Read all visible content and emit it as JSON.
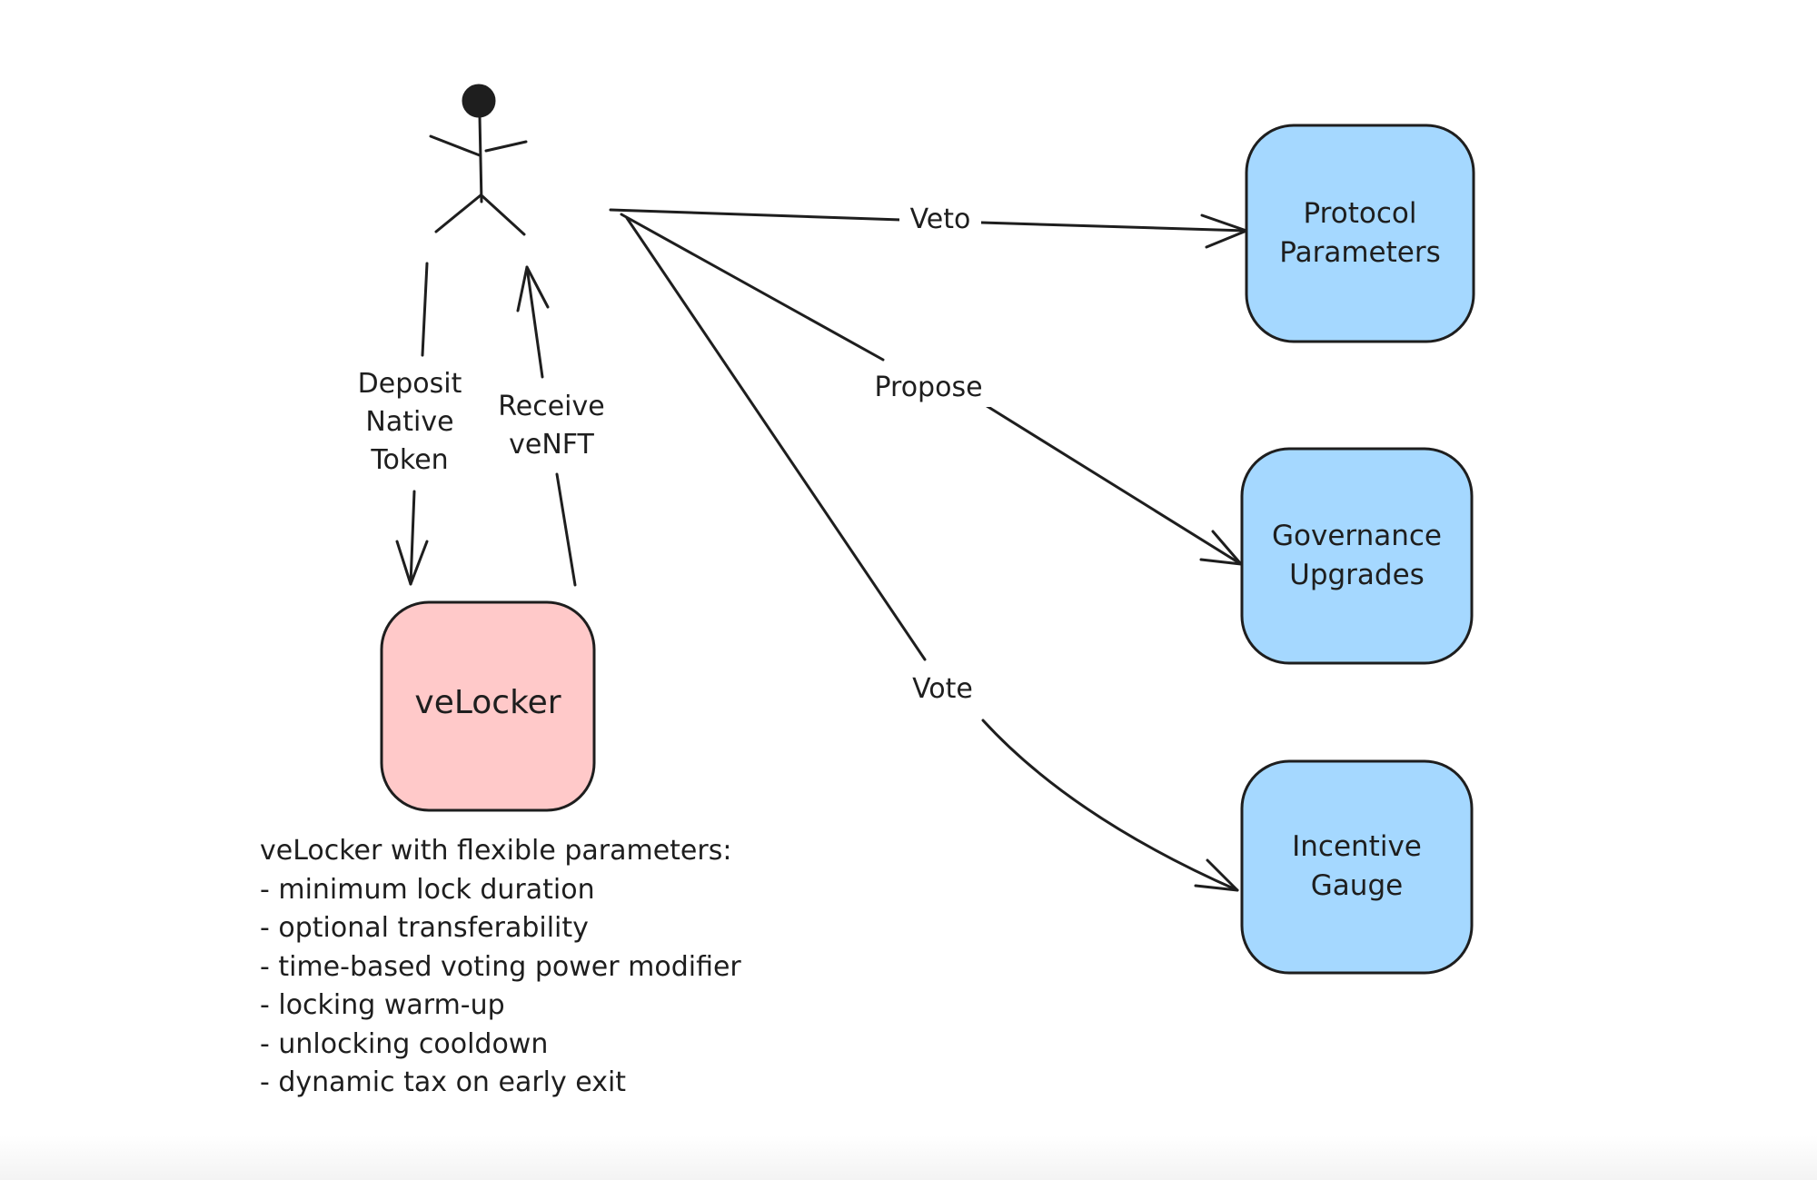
{
  "actor": {
    "name": "User"
  },
  "flows": {
    "deposit": {
      "label_lines": [
        "Deposit",
        "Native",
        "Token"
      ]
    },
    "receive": {
      "label_lines": [
        "Receive",
        "veNFT"
      ]
    },
    "veto": {
      "label": "Veto"
    },
    "propose": {
      "label": "Propose"
    },
    "vote": {
      "label": "Vote"
    }
  },
  "nodes": {
    "velocker": {
      "label": "veLocker",
      "fill": "#ffc9c9"
    },
    "protocol_parameters": {
      "label_lines": [
        "Protocol",
        "Parameters"
      ],
      "fill": "#a5d8ff"
    },
    "governance_upgrades": {
      "label_lines": [
        "Governance",
        "Upgrades"
      ],
      "fill": "#a5d8ff"
    },
    "incentive_gauge": {
      "label_lines": [
        "Incentive",
        "Gauge"
      ],
      "fill": "#a5d8ff"
    }
  },
  "notes": {
    "title": "veLocker with flexible parameters:",
    "items": [
      "- minimum lock duration",
      "- optional transferability",
      "- time-based voting power modifier",
      "- locking warm-up",
      "- unlocking cooldown",
      "- dynamic tax on early exit"
    ]
  },
  "colors": {
    "stroke": "#1e1e1e",
    "background": "#ffffff"
  }
}
